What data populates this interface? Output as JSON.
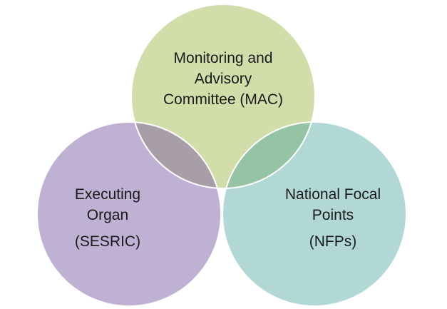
{
  "colors": {
    "top_circle": "#d2deaa",
    "left_circle": "#bfb1d3",
    "right_circle": "#b2d8d5",
    "overlap_top_left": "#a89ea7",
    "overlap_top_right": "#94c4a4",
    "text": "#1a1a1a"
  },
  "circles": {
    "top": {
      "lines": [
        "Monitoring and",
        "Advisory",
        "Committee (MAC)"
      ]
    },
    "left": {
      "lines": [
        "Executing",
        "Organ"
      ],
      "sub": "(SESRIC)"
    },
    "right": {
      "lines": [
        "National Focal",
        "Points"
      ],
      "sub": "(NFPs)"
    }
  }
}
